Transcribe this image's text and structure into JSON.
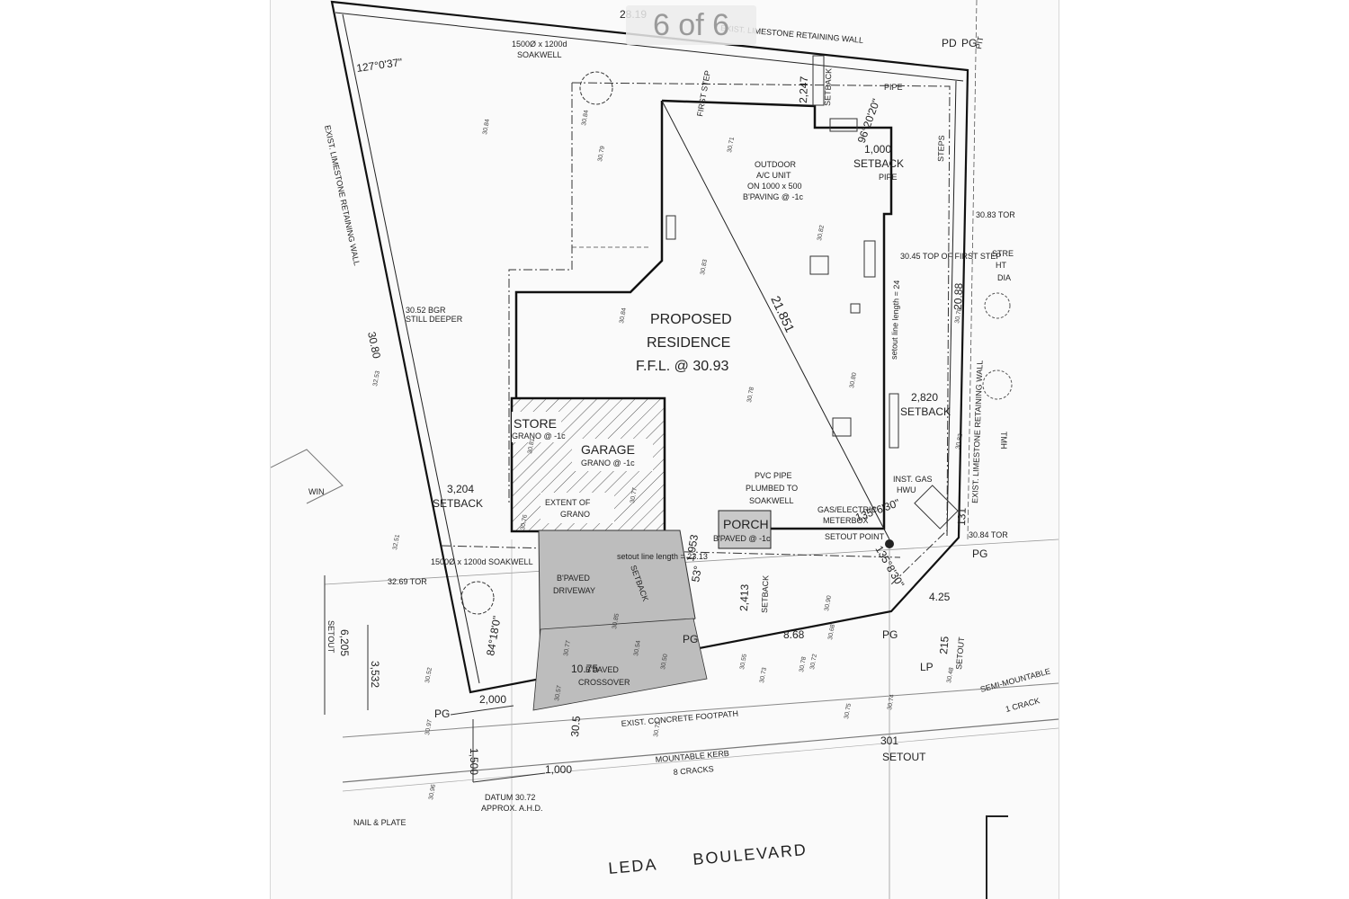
{
  "viewer": {
    "page_indicator": "6 of 6"
  },
  "plan": {
    "residence": {
      "line1": "PROPOSED",
      "line2": "RESIDENCE",
      "line3": "F.F.L. @ 30.93"
    },
    "store": {
      "label": "STORE",
      "sub": "GRANO @ -1c"
    },
    "garage": {
      "label": "GARAGE",
      "sub": "GRANO @ -1c",
      "extent_line1": "EXTENT OF",
      "extent_line2": "GRANO"
    },
    "porch": {
      "label": "PORCH",
      "sub": "B'PAVED @ -1c"
    },
    "driveway": {
      "line1": "B'PAVED",
      "line2": "DRIVEWAY"
    },
    "crossover": {
      "line1": "B'PAVED",
      "line2": "CROSSOVER"
    },
    "road": {
      "word1": "LEDA",
      "word2": "BOULEVARD"
    },
    "labels": {
      "wall_top": "EXIST. LIMESTONE RETAINING WALL",
      "wall_left": "EXIST. LIMESTONE RETAINING WALL",
      "wall_right": "EXIST. LIMESTONE RETAINING WALL",
      "soakwell_top_line1": "1500Ø x 1200d",
      "soakwell_top_line2": "SOAKWELL",
      "soakwell_bottom": "1500Ø x 1200d SOAKWELL",
      "ac_line1": "OUTDOOR",
      "ac_line2": "A/C UNIT",
      "ac_line3": "ON 1000 x 500",
      "ac_line4": "B'PAVING @ -1c",
      "pvc_line1": "PVC PIPE",
      "pvc_line2": "PLUMBED TO",
      "pvc_line3": "SOAKWELL",
      "gas_line1": "GAS/ELECTRIC",
      "gas_line2": "METERBOX",
      "setout_point": "SETOUT POINT",
      "inst_gas_line1": "INST. GAS",
      "inst_gas_line2": "HWU",
      "footpath": "EXIST. CONCRETE FOOTPATH",
      "kerb_line1": "MOUNTABLE KERB",
      "kerb_line2": "8 CRACKS",
      "datum_line1": "DATUM 30.72",
      "datum_line2": "APPROX. A.H.D.",
      "nail_plate": "NAIL & PLATE",
      "steps": "STEPS",
      "semi_mountable": "SEMI-MOUNTABLE",
      "crack": "1 CRACK",
      "still_deeper_line1": "30.52 BGR",
      "still_deeper_line2": "STILL DEEPER",
      "win": "WIN",
      "pd": "PD",
      "pg_top": "PG",
      "pit": "PIT",
      "pg_right": "PG",
      "pg_mid": "PG",
      "pg_bottom": "PG",
      "pg_left": "PG",
      "lp": "LP",
      "tmh": "TMH",
      "first_step": "FIRST STEP",
      "top_first_step": "30.45 TOP OF FIRST STEP",
      "tor_right": "30.83 TOR",
      "tor_bottom_right": "30.84 TOR",
      "tor_left": "32.69 TOR",
      "pipe_top": "PIPE",
      "pipe_right": "PIPE",
      "setback_top": "SETBACK",
      "setback_driveway": "SETBACK",
      "setback_porch": "SETBACK",
      "setout_left": "SETOUT",
      "setout_right": "SETOUT",
      "setout_bottom": "SETOUT",
      "street_partial_line1": "STRE",
      "street_partial_line2": "HT",
      "street_partial_line3": "DIA",
      "setout_line_left": "setout line length = 23.13",
      "setout_line_right": "setout line length = 24"
    },
    "dims": {
      "top": "28.19",
      "left": "30.80",
      "right": "20.88",
      "diagonal": "21.851",
      "bottom_left": "10.75",
      "footpath_width": "30.5",
      "front_right": "8.68",
      "corner": "4.25",
      "setback_left": "3,204",
      "setback_left_label": "SETBACK",
      "setback_right_top": "1,000",
      "setback_right_top_label": "SETBACK",
      "setback_right_mid": "2,820",
      "setback_right_mid_label": "SETBACK",
      "setback_top_val": "2,247",
      "setback_front": "2,413",
      "setback_drive": "1,953",
      "setout_left_val": "6,205",
      "setout_left_sub": "3,532",
      "bottom_2000": "2,000",
      "datum_1500": "1,500",
      "datum_1000": "1,000",
      "setout_301": "301",
      "setout_215": "215",
      "side_131": "131",
      "angle_top_left": "127°0'37\"",
      "angle_top_right": "96°20'20\"",
      "angle_left_bottom": "84°18'0\"",
      "angle_right_bottom": "135°6'30\"",
      "angle_bottom_right": "135°8'30\"",
      "angle_drive": "53°"
    },
    "levels": [
      "30.84",
      "30.79",
      "30.71",
      "30.82",
      "30.83",
      "30.84",
      "30.78",
      "30.80",
      "30.81",
      "30.77",
      "30.76",
      "30.78",
      "30.82",
      "30.85",
      "30.77",
      "30.54",
      "30.57",
      "30.50",
      "30.55",
      "30.72",
      "32.51",
      "32.53",
      "30.84",
      "30.78",
      "30.68",
      "30.97",
      "30.96",
      "30.74",
      "30.48",
      "30.73",
      "30.75",
      "30.72",
      "30.90",
      "30.52"
    ]
  }
}
